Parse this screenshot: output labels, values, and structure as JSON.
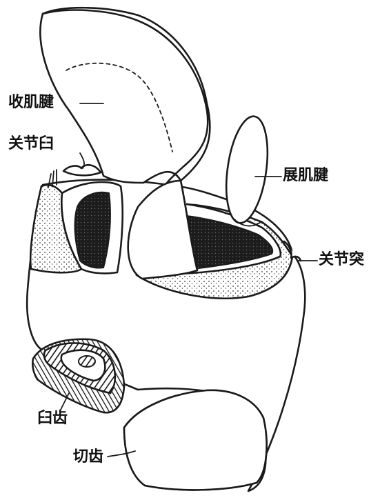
{
  "labels": {
    "adductor_tendon": "收肌腱",
    "articular_socket": "关节臼",
    "abductor_tendon": "展肌腱",
    "articular_process": "关节突",
    "molar_teeth": "臼齿",
    "incisor_teeth": "切齿"
  },
  "colors": {
    "ink": "#1a1a1a",
    "paper": "#ffffff"
  }
}
